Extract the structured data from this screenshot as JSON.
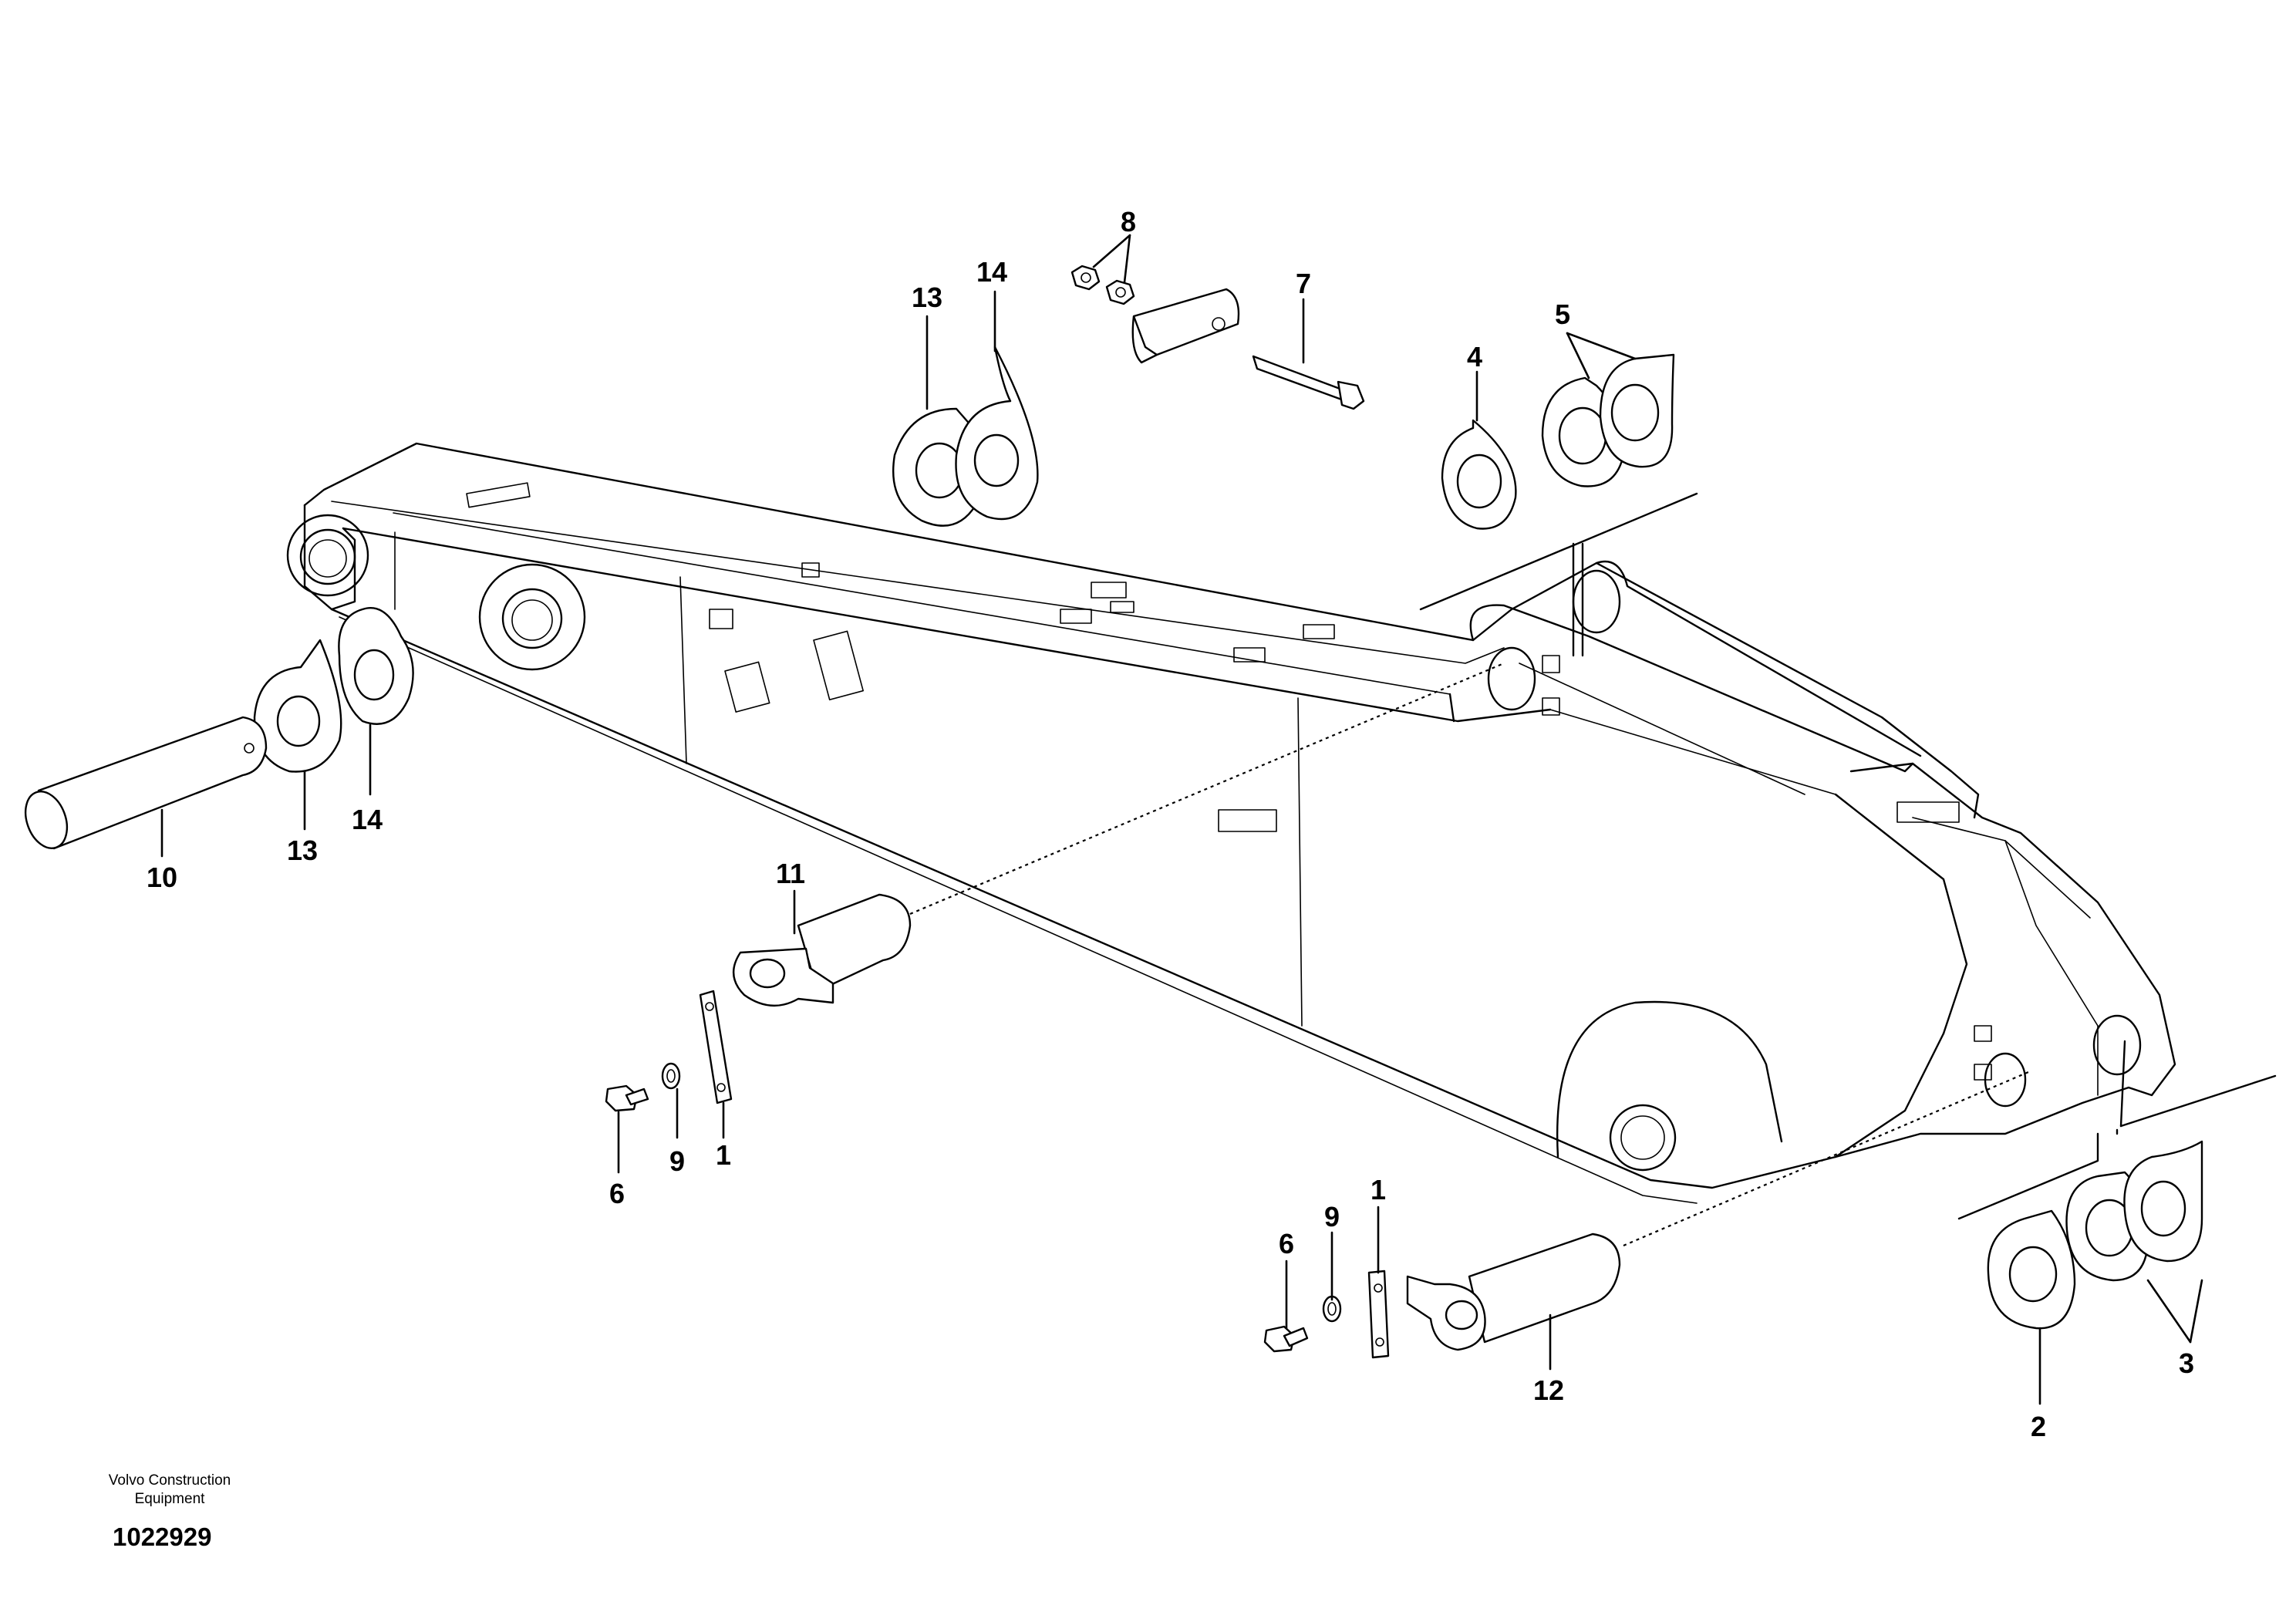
{
  "callouts": {
    "c1a": "1",
    "c1b": "1",
    "c2": "2",
    "c3": "3",
    "c4": "4",
    "c5": "5",
    "c6a": "6",
    "c6b": "6",
    "c7": "7",
    "c8": "8",
    "c9a": "9",
    "c9b": "9",
    "c10": "10",
    "c11": "11",
    "c12": "12",
    "c13a": "13",
    "c13b": "13",
    "c14a": "14",
    "c14b": "14"
  },
  "footer": {
    "brand_line1": "Volvo Construction",
    "brand_line2": "Equipment",
    "document_number": "1022929"
  }
}
